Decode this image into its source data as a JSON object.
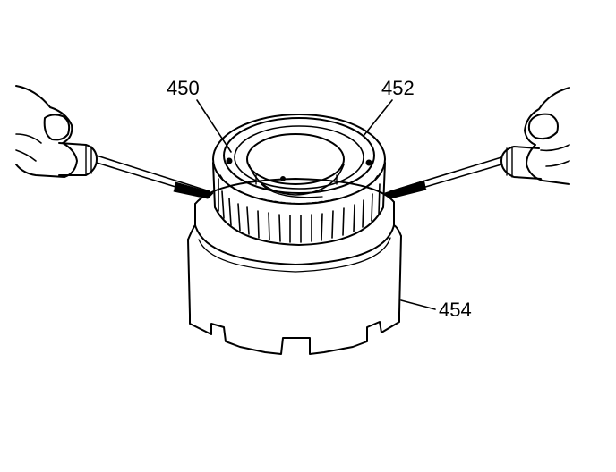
{
  "callouts": {
    "retaining_ring": "450",
    "sprag_race": "452",
    "housing": "454"
  },
  "colors": {
    "ink": "#000000",
    "paper": "#ffffff"
  }
}
